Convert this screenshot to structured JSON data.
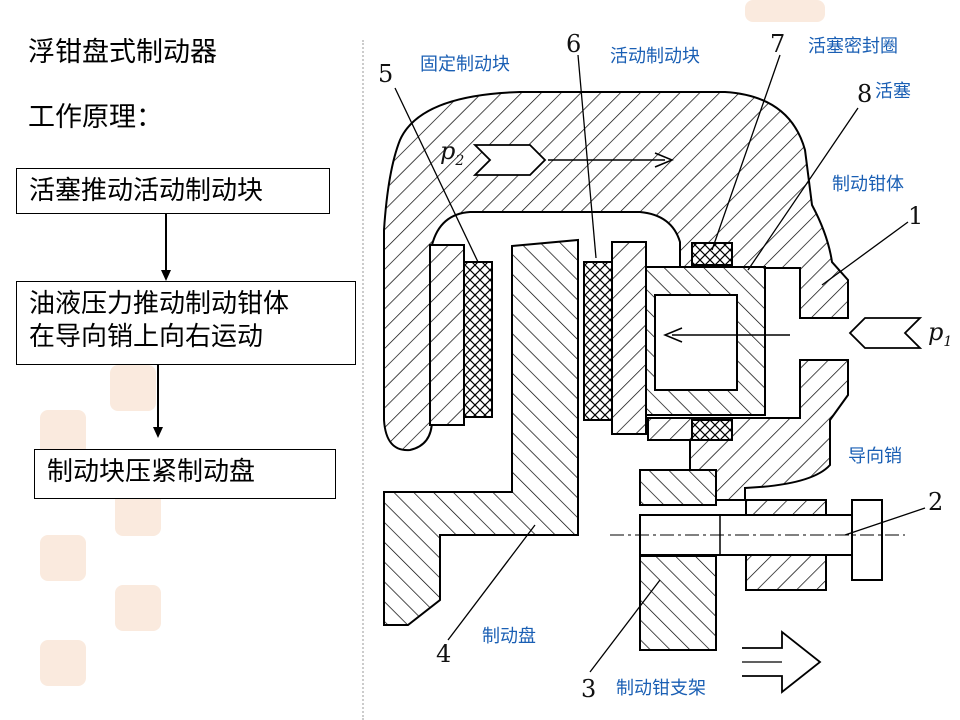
{
  "slide": {
    "title": "浮钳盘式制动器",
    "subtitle": "工作原理："
  },
  "flow": {
    "step1": "活塞推动活动制动块",
    "step2_line1": "油液压力推动制动钳体",
    "step2_line2": "在导向销上向右运动",
    "step3": "制动块压紧制动盘"
  },
  "diagram": {
    "labels": {
      "fixed_pad": "固定制动块",
      "moving_pad": "活动制动块",
      "piston_seal": "活塞密封圈",
      "piston": "活塞",
      "caliper_body": "制动钳体",
      "guide_pin": "导向销",
      "brake_disc": "制动盘",
      "caliper_support": "制动钳支架"
    },
    "numbers": {
      "n1": "1",
      "n2": "2",
      "n3": "3",
      "n4": "4",
      "n5": "5",
      "n6": "6",
      "n7": "7",
      "n8": "8"
    },
    "pressure": {
      "p1": "p",
      "p1_sub": "1",
      "p2": "p",
      "p2_sub": "2"
    }
  },
  "colors": {
    "label_blue": "#1a5fb4",
    "watermark": "#f5d8c2"
  }
}
